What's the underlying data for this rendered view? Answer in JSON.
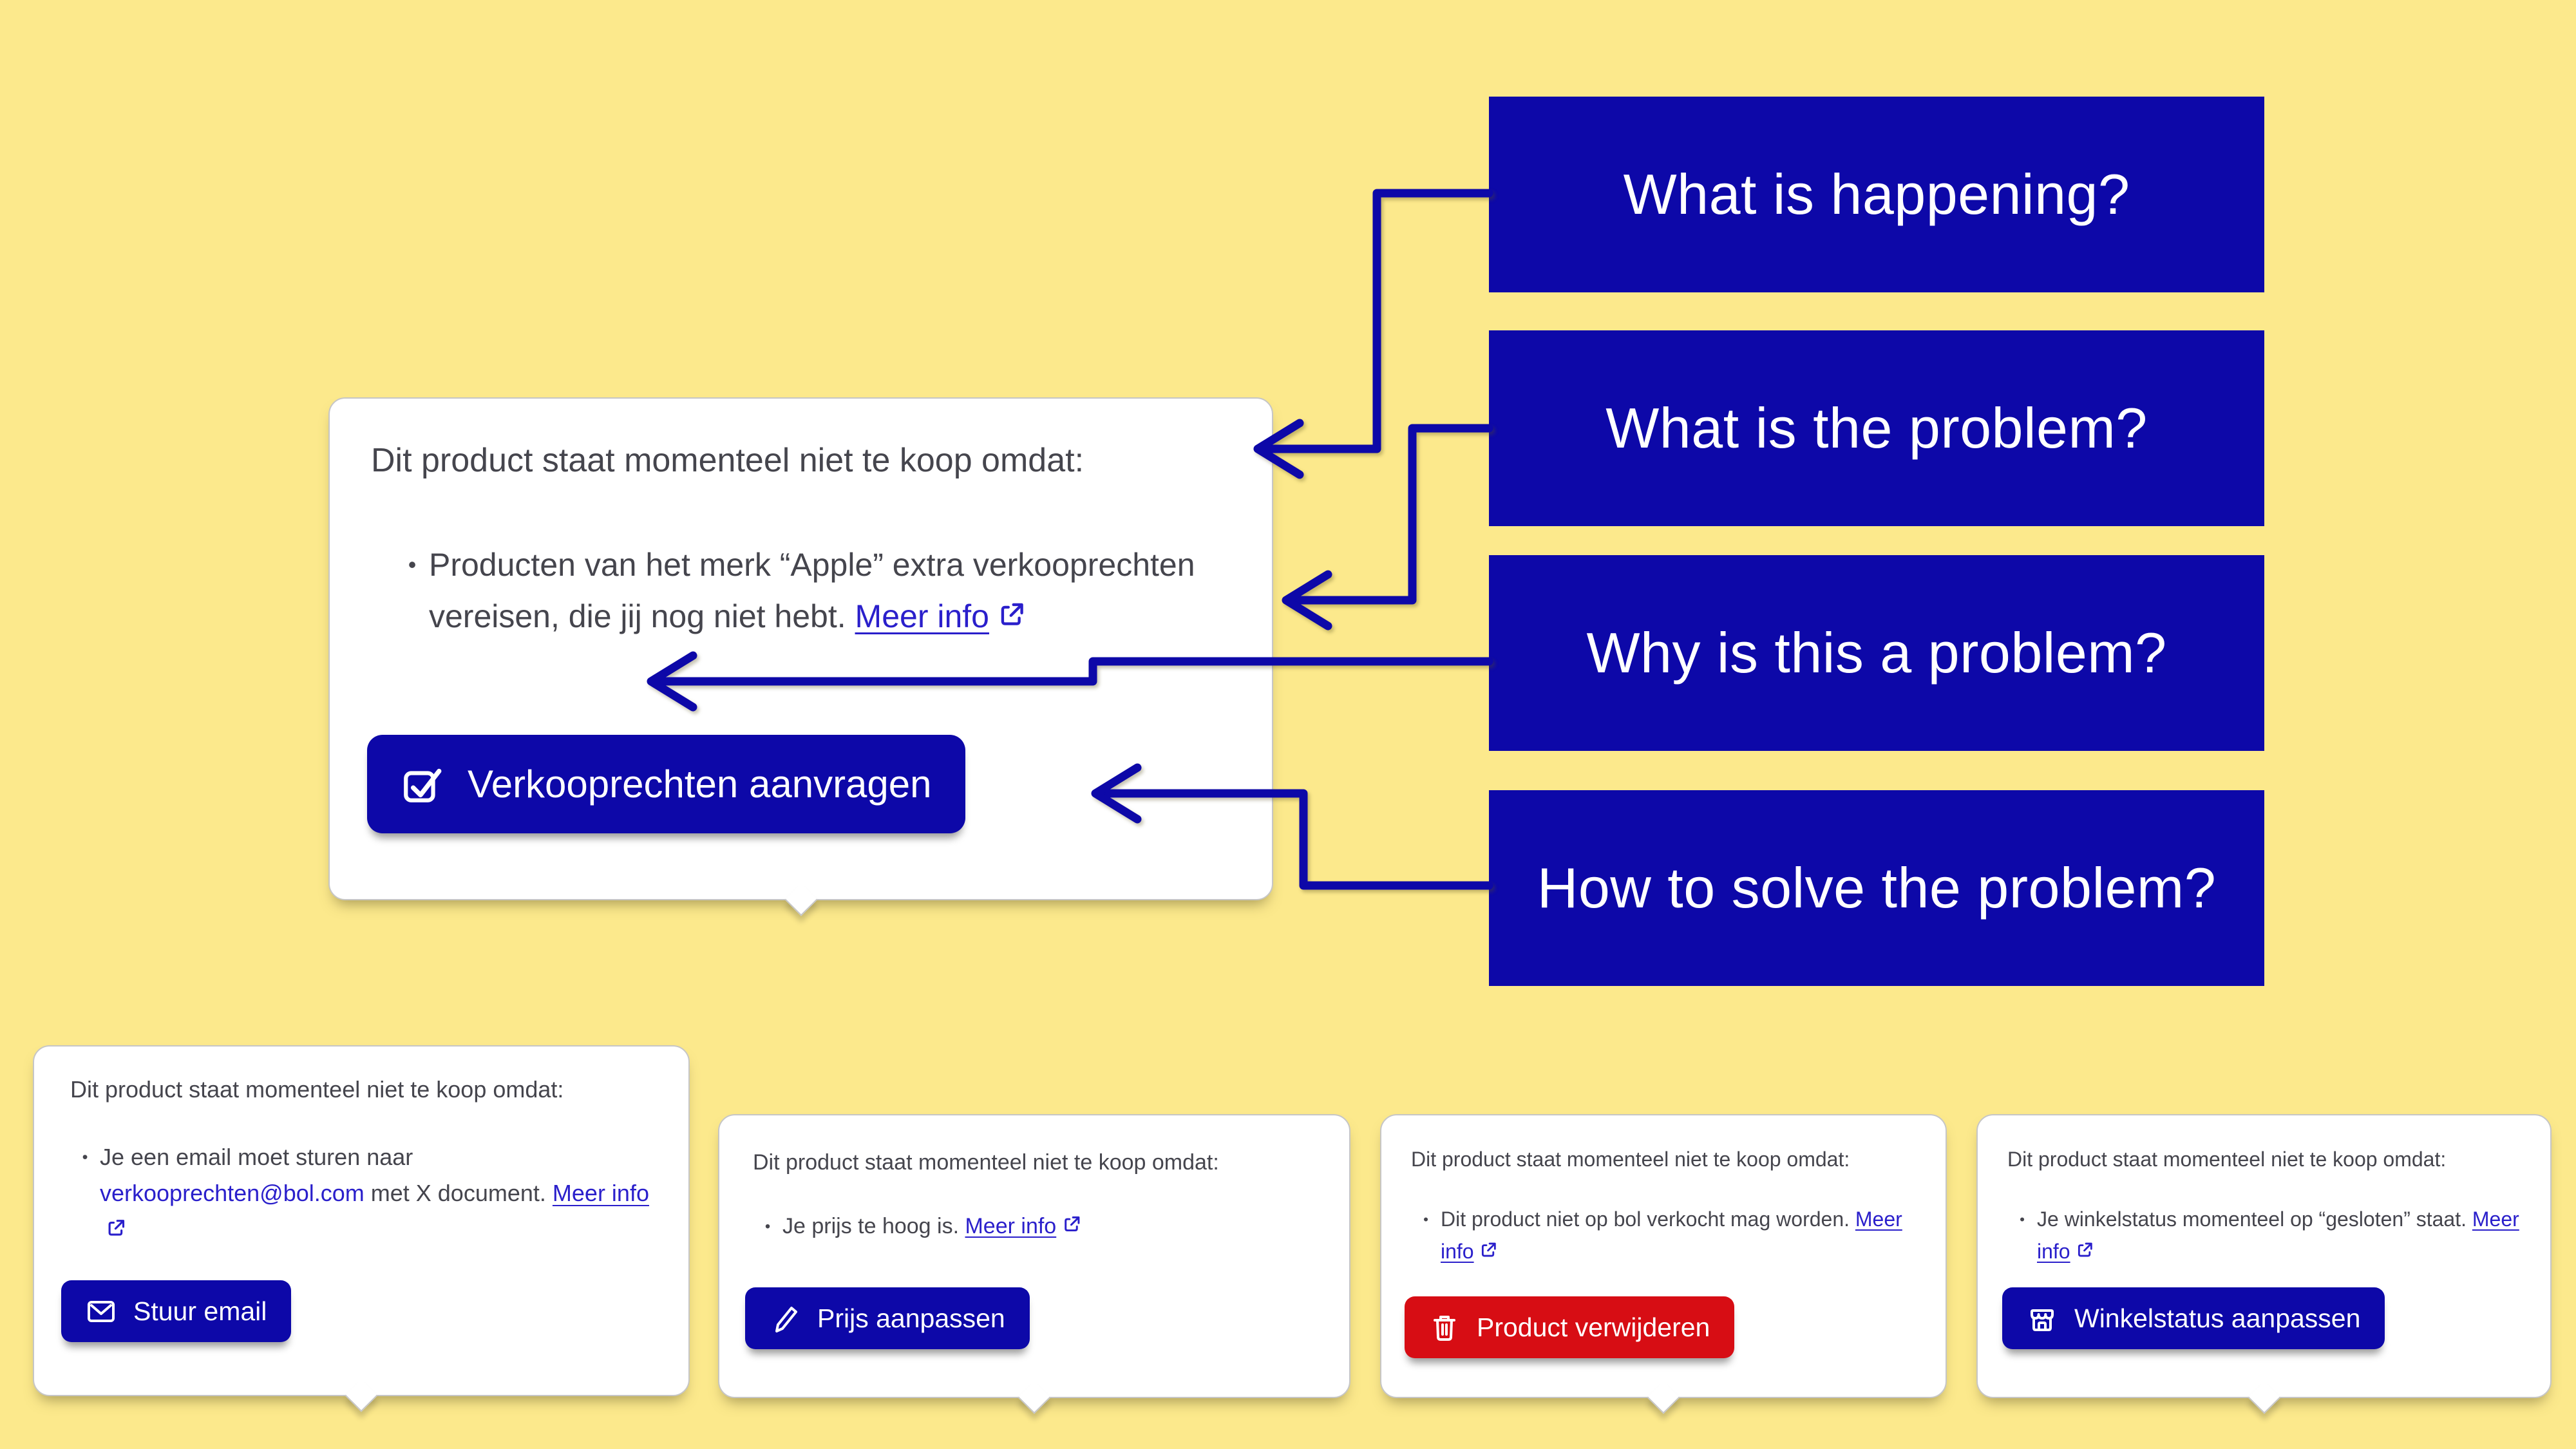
{
  "colors": {
    "background": "#FCE98C",
    "primary_blue": "#0D08A8",
    "link_blue": "#2A1FCB",
    "danger_red": "#D70D14",
    "text_color": "#45454D",
    "card_border": "#C6C6C6"
  },
  "annotations": {
    "boxes": [
      {
        "label": "What is happening?"
      },
      {
        "label": "What is the problem?"
      },
      {
        "label": "Why is this a problem?"
      },
      {
        "label": "How to solve the problem?"
      }
    ]
  },
  "main_tooltip": {
    "title": "Dit product staat momenteel niet te koop omdat:",
    "reason": "Producten van het merk “Apple” extra verkooprechten vereisen, die jij nog niet hebt.",
    "more_info_label": "Meer info",
    "button_label": "Verkooprechten aanvragen"
  },
  "tooltips": [
    {
      "title": "Dit product staat momenteel niet te koop omdat:",
      "reason_prefix": "Je een email moet sturen naar ",
      "email_link": "verkooprechten@bol.com",
      "reason_suffix": " met X document.",
      "more_info_label": "Meer info",
      "button_label": "Stuur email"
    },
    {
      "title": "Dit product staat momenteel niet te koop omdat:",
      "reason": "Je prijs te hoog is.",
      "more_info_label": "Meer info",
      "button_label": "Prijs aanpassen"
    },
    {
      "title": "Dit product staat momenteel niet te koop omdat:",
      "reason": "Dit product niet op bol verkocht mag worden.",
      "more_info_label": "Meer info",
      "button_label": "Product verwijderen"
    },
    {
      "title": "Dit product staat momenteel niet te koop omdat:",
      "reason": "Je winkelstatus momenteel op “gesloten” staat.",
      "more_info_label": "Meer info",
      "button_label": "Winkelstatus aanpassen"
    }
  ]
}
